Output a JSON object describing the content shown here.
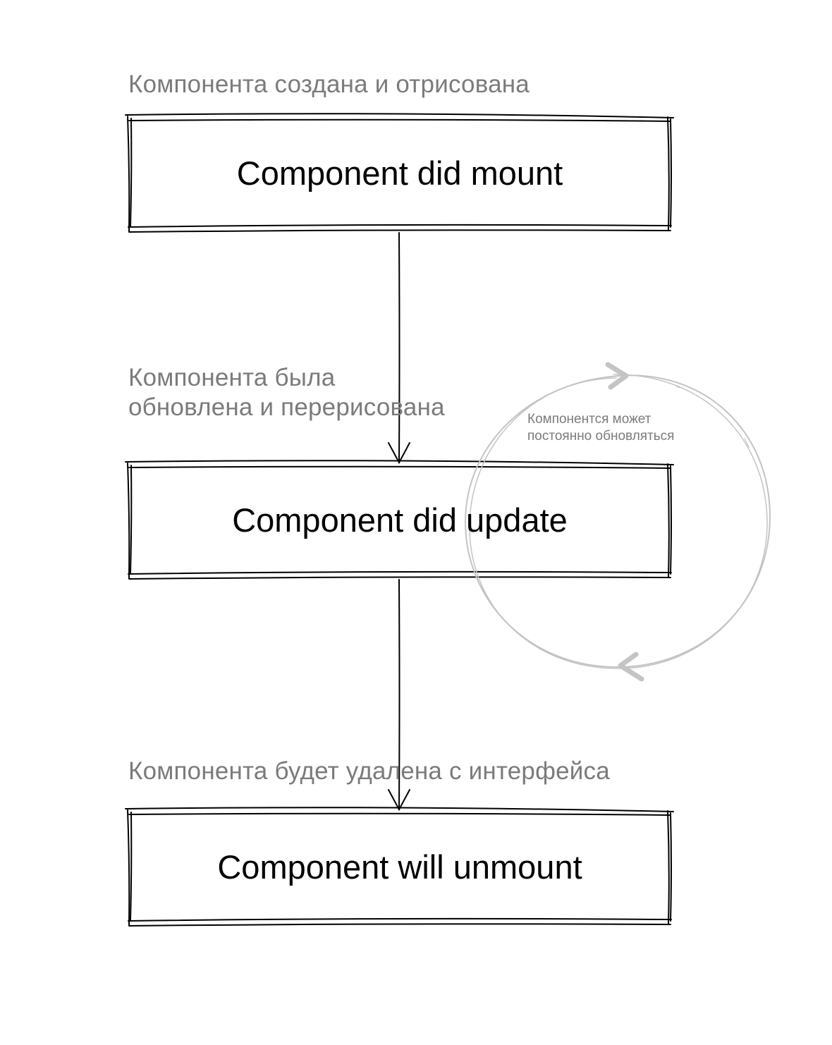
{
  "stages": [
    {
      "caption": "Компонента создана и отрисована",
      "label": "Component did mount"
    },
    {
      "caption_line1": "Компонента была",
      "caption_line2": "обновлена и перерисована",
      "label": "Component did update"
    },
    {
      "caption": "Компонента будет удалена с интерфейса",
      "label": "Component will unmount"
    }
  ],
  "loop": {
    "caption_line1": "Компонентся может",
    "caption_line2": "постоянно обновляться"
  },
  "colors": {
    "stroke": "#000000",
    "caption_text": "#7b7b7b",
    "loop_stroke": "#c4c4c4",
    "background": "#ffffff"
  }
}
